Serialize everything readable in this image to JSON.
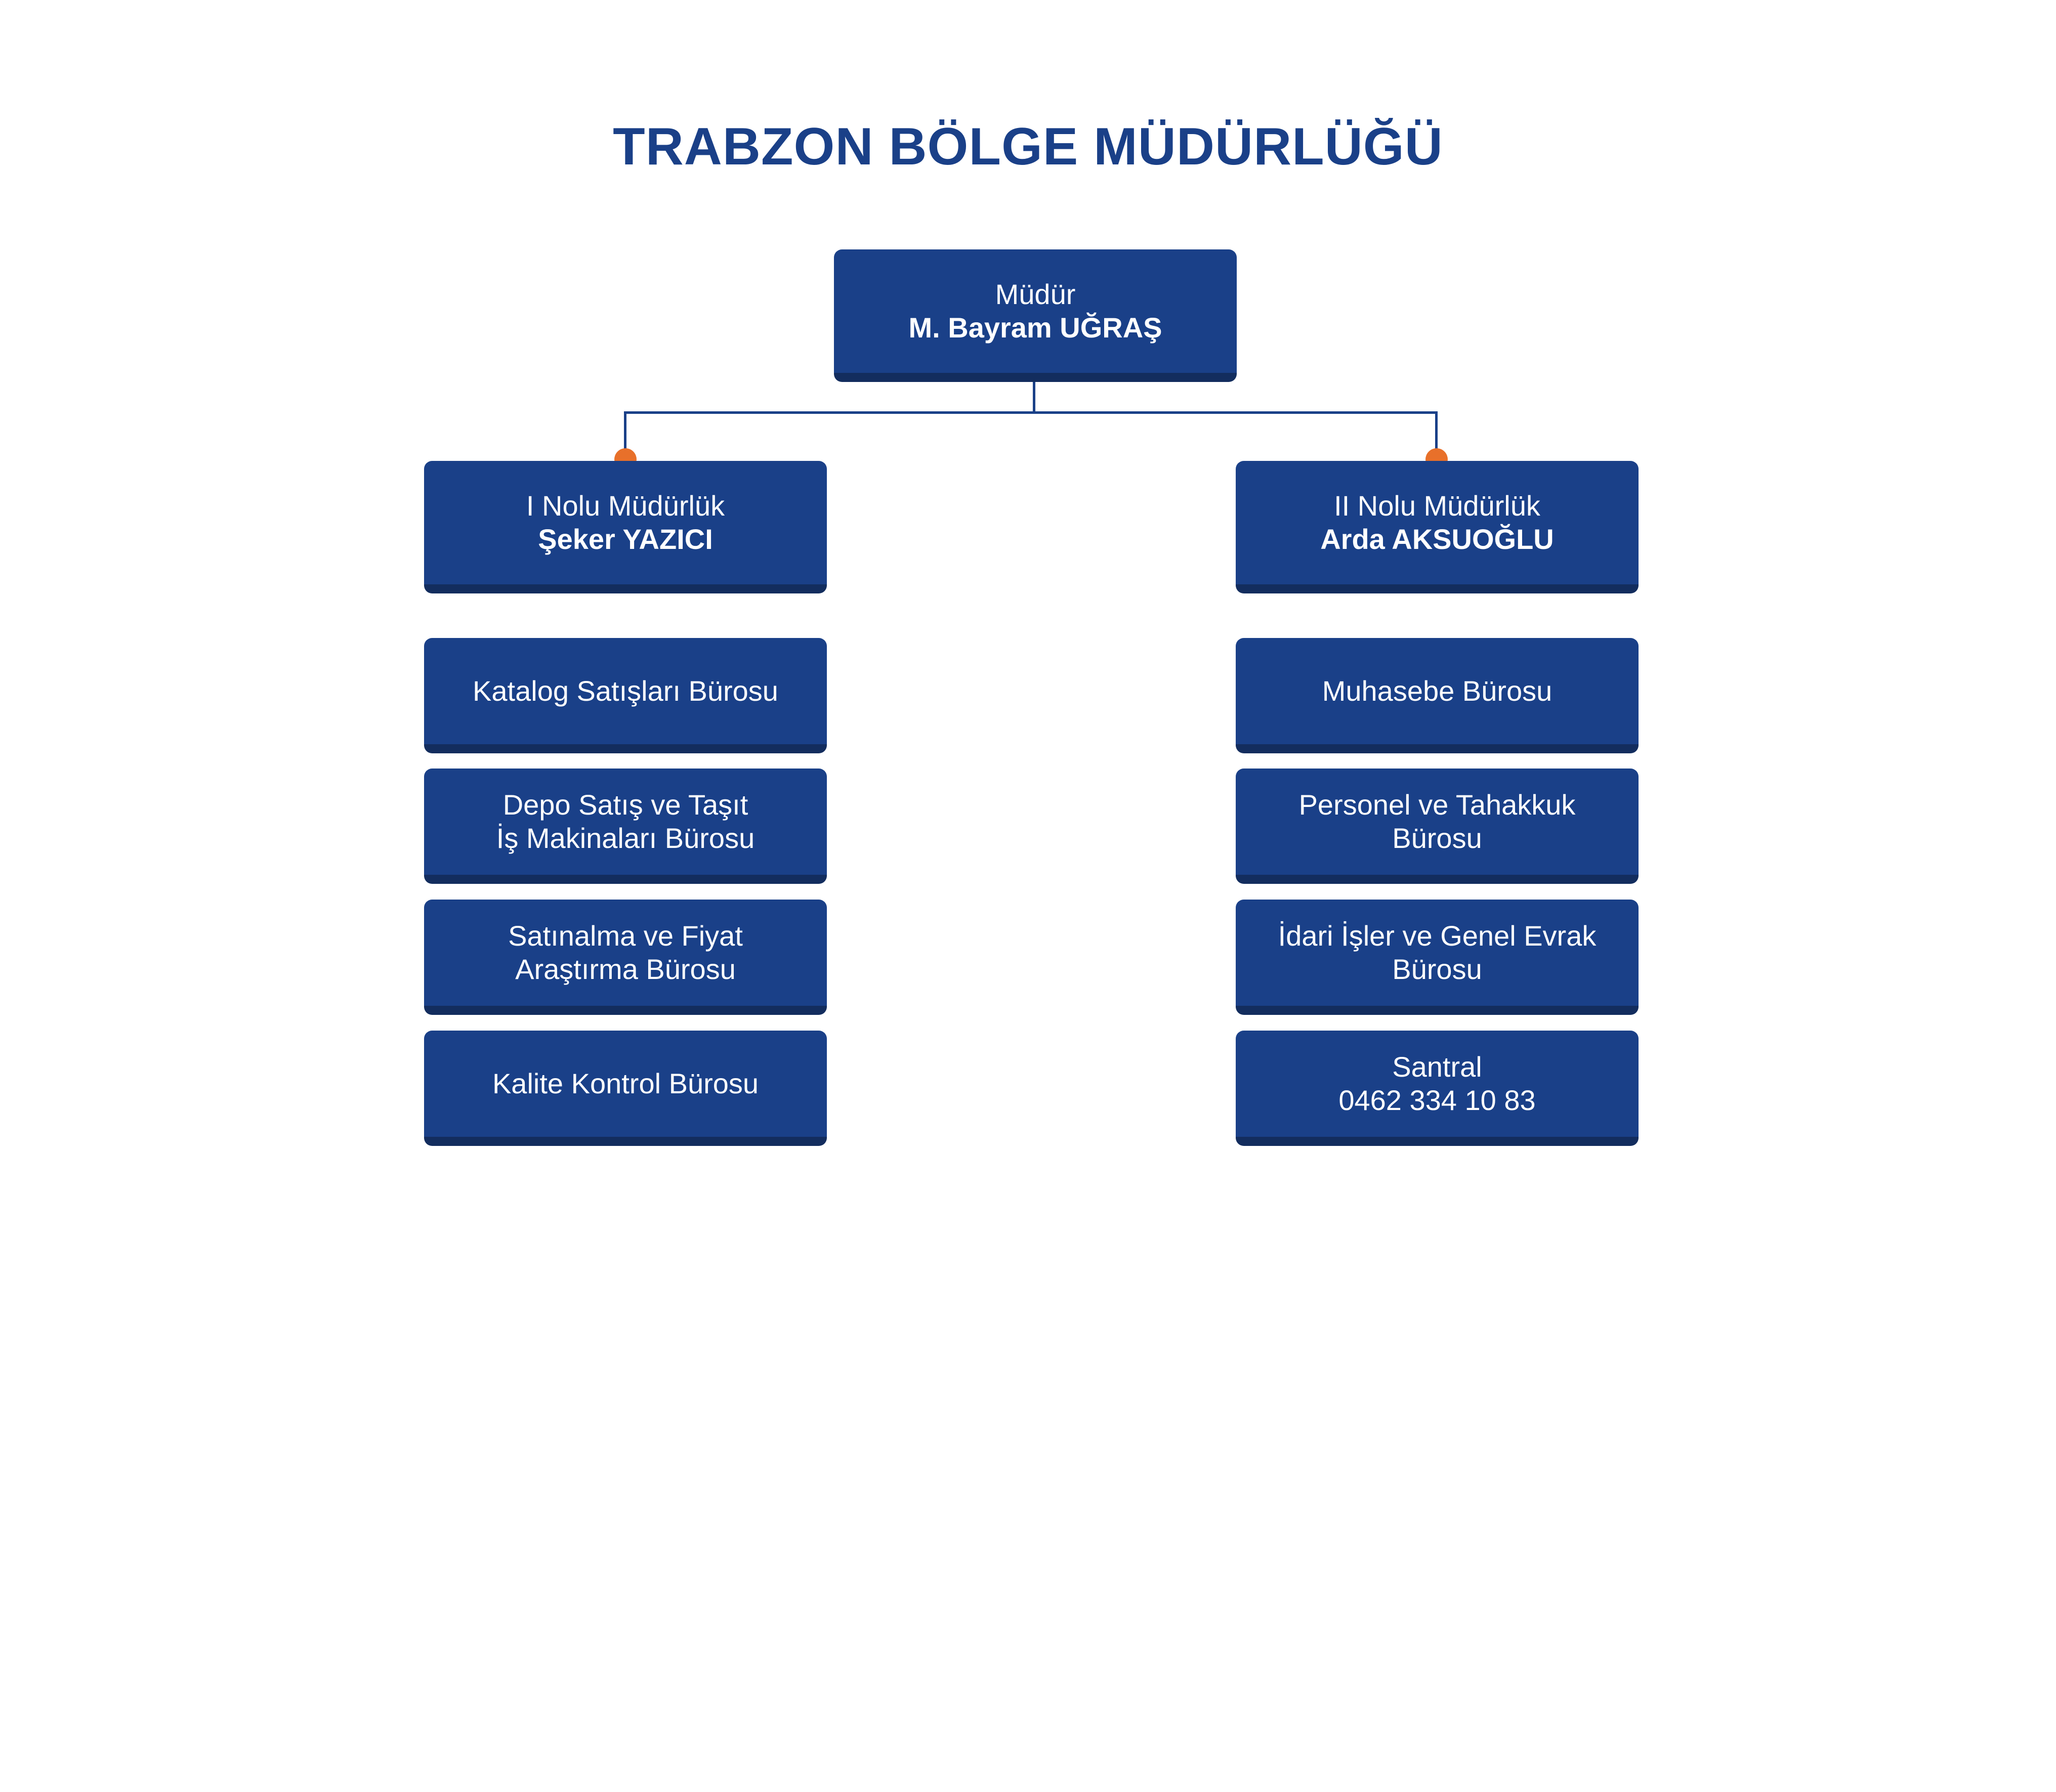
{
  "title": "TRABZON BÖLGE MÜDÜRLÜĞÜ",
  "director": {
    "role": "Müdür",
    "name": "M. Bayram UĞRAŞ"
  },
  "branches": [
    {
      "role": "I Nolu Müdürlük",
      "name": "Şeker YAZICI",
      "units": [
        [
          "Katalog Satışları Bürosu"
        ],
        [
          "Depo Satış ve Taşıt",
          "İş Makinaları Bürosu"
        ],
        [
          "Satınalma ve Fiyat",
          "Araştırma Bürosu"
        ],
        [
          "Kalite Kontrol Bürosu"
        ]
      ]
    },
    {
      "role": "II Nolu Müdürlük",
      "name": "Arda AKSUOĞLU",
      "units": [
        [
          "Muhasebe Bürosu"
        ],
        [
          "Personel ve Tahakkuk",
          "Bürosu"
        ],
        [
          "İdari İşler ve Genel Evrak",
          "Bürosu"
        ],
        [
          "Santral",
          "0462 334 10 83"
        ]
      ]
    }
  ],
  "colors": {
    "box": "#1a4088",
    "box_shadow": "#132d5e",
    "connector_dot": "#e8702a",
    "title": "#1a4088"
  }
}
